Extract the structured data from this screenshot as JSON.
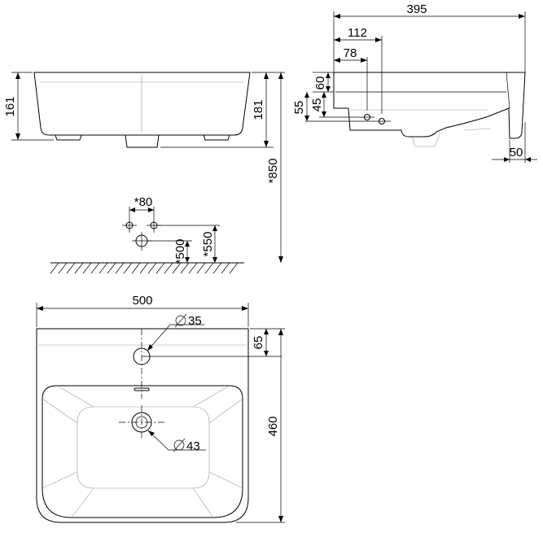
{
  "dimensions": {
    "front_height_161": "161",
    "front_height_181": "181",
    "mount_height_850": "*850",
    "tap_spacing_80": "*80",
    "waste_height_500": "*500",
    "supply_height_550": "*550",
    "side_depth_395": "395",
    "side_112": "112",
    "side_78": "78",
    "side_60": "60",
    "side_55": "55",
    "side_45": "45",
    "side_50": "50",
    "plan_width_500": "500",
    "plan_depth_460": "460",
    "plan_65": "65",
    "tap_hole_diameter": "35",
    "waste_diameter": "43"
  }
}
